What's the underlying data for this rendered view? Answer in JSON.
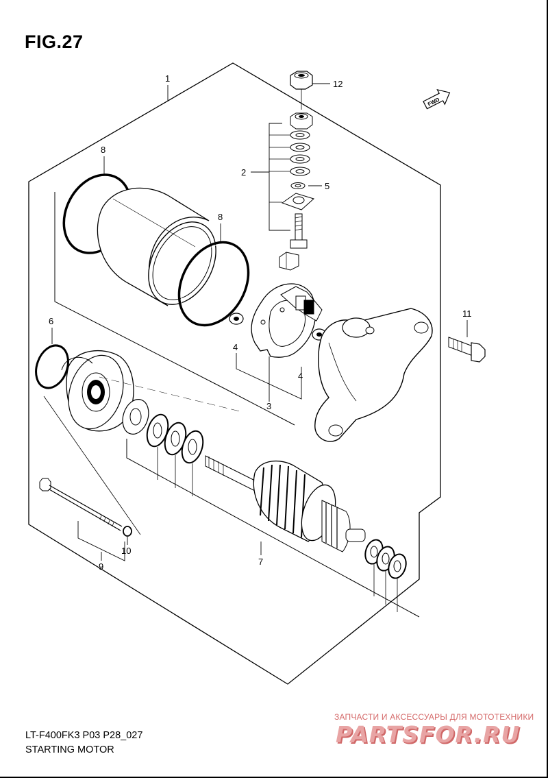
{
  "figure": {
    "title": "FIG.27"
  },
  "footer": {
    "model_code": "LT-F400FK3 P03 P28_027",
    "section_name": "STARTING MOTOR"
  },
  "fwd_label": "FWD",
  "callouts": [
    {
      "id": "callout-1",
      "label": "1"
    },
    {
      "id": "callout-2",
      "label": "2"
    },
    {
      "id": "callout-3",
      "label": "3"
    },
    {
      "id": "callout-4a",
      "label": "4"
    },
    {
      "id": "callout-4b",
      "label": "4"
    },
    {
      "id": "callout-5",
      "label": "5"
    },
    {
      "id": "callout-6",
      "label": "6"
    },
    {
      "id": "callout-7",
      "label": "7"
    },
    {
      "id": "callout-8a",
      "label": "8"
    },
    {
      "id": "callout-8b",
      "label": "8"
    },
    {
      "id": "callout-9",
      "label": "9"
    },
    {
      "id": "callout-10",
      "label": "10"
    },
    {
      "id": "callout-11",
      "label": "11"
    },
    {
      "id": "callout-12",
      "label": "12"
    }
  ],
  "watermark": {
    "tagline": "ЗАПЧАСТИ И АКСЕССУАРЫ ДЛЯ МОТОТЕХНИКИ",
    "logo": "PARTSFOR.RU"
  }
}
